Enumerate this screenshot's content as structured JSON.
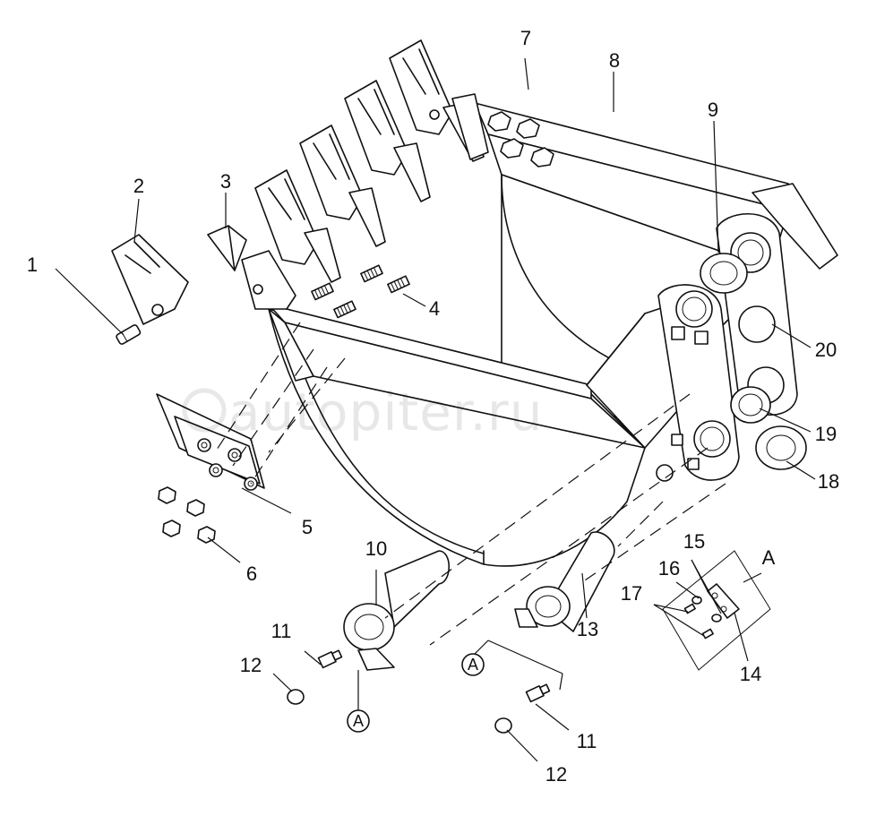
{
  "watermark": "autopiter.ru",
  "section_label": "A",
  "callouts": [
    "1",
    "2",
    "3",
    "4",
    "5",
    "6",
    "7",
    "8",
    "9",
    "10",
    "11",
    "12",
    "13",
    "14",
    "15",
    "16",
    "17",
    "18",
    "19",
    "20"
  ],
  "callout_11_second": "11",
  "callout_12_second": "12",
  "callout_17": "17",
  "callout_16": "16",
  "callout_15": "15",
  "callout_14": "14",
  "ref_circle_a1": "A",
  "ref_circle_a2": "A"
}
